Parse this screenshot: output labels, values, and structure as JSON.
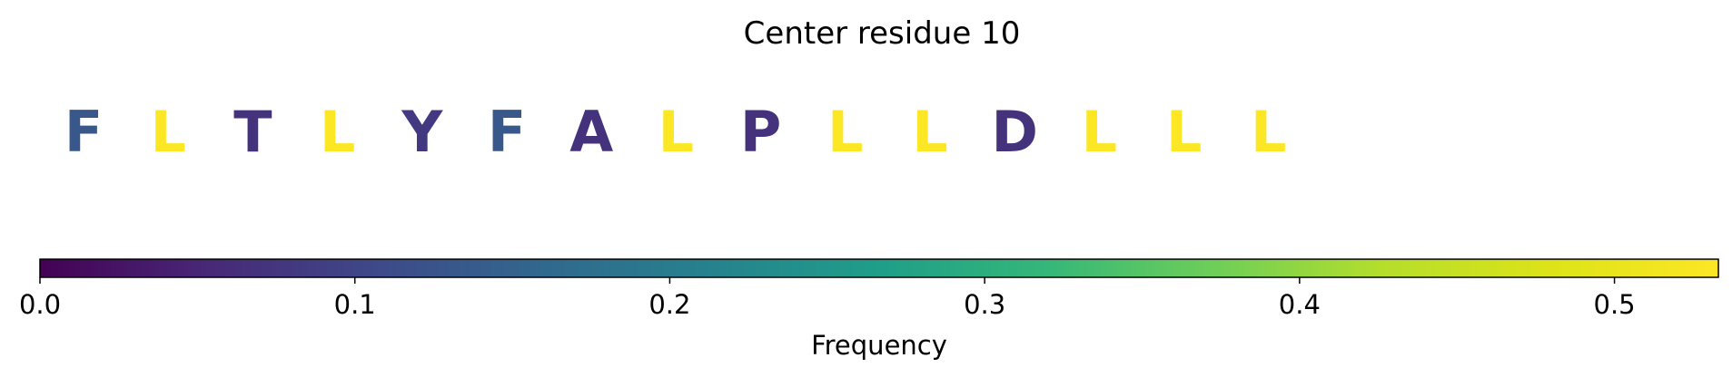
{
  "chart_data": {
    "type": "heatmap",
    "title": "Center residue 10",
    "residues": [
      "F",
      "L",
      "T",
      "L",
      "Y",
      "F",
      "A",
      "L",
      "P",
      "L",
      "L",
      "D",
      "L",
      "L",
      "L"
    ],
    "frequencies": [
      0.13,
      0.53,
      0.07,
      0.53,
      0.08,
      0.13,
      0.07,
      0.53,
      0.07,
      0.53,
      0.53,
      0.07,
      0.53,
      0.53,
      0.53
    ],
    "colormap": "viridis",
    "colorbar": {
      "label": "Frequency",
      "vmin": 0.0,
      "vmax": 0.533,
      "ticks": [
        0.0,
        0.1,
        0.2,
        0.3,
        0.4,
        0.5
      ],
      "tick_labels": [
        "0.0",
        "0.1",
        "0.2",
        "0.3",
        "0.4",
        "0.5"
      ]
    }
  }
}
